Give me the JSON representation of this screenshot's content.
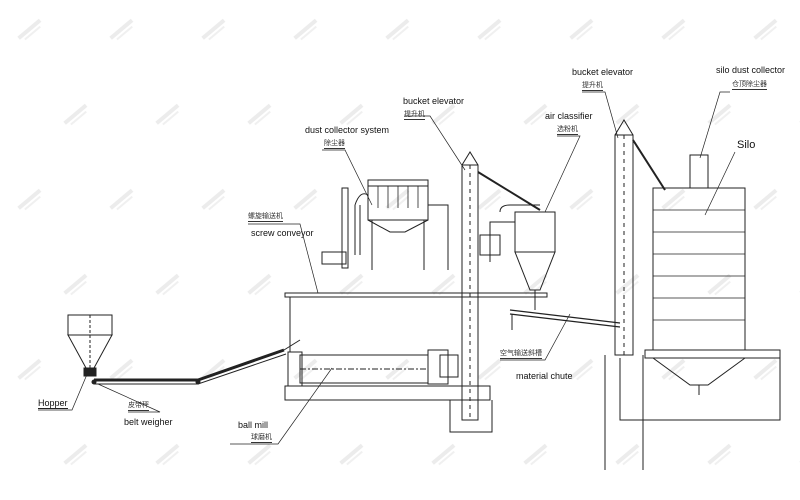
{
  "watermark": "BAICHY",
  "labels": {
    "hopper": "Hopper",
    "belt_weigher_cn": "皮带秤",
    "belt_weigher": "belt weigher",
    "ball_mill": "ball mill",
    "ball_mill_cn": "球磨机",
    "screw_conveyor_cn": "螺旋输送机",
    "screw_conveyor": "screw conveyor",
    "dust_collector": "dust collector system",
    "dust_collector_cn": "除尘器",
    "bucket_elevator_1": "bucket elevator",
    "bucket_elevator_1_cn": "提升机",
    "air_classifier": "air classifier",
    "air_classifier_cn": "选粉机",
    "material_chute_cn": "空气输送斜槽",
    "material_chute": "material chute",
    "bucket_elevator_2": "bucket elevator",
    "bucket_elevator_2_cn": "提升机",
    "silo_dust_collector": "silo dust collector",
    "silo_dust_collector_cn": "仓顶除尘器",
    "silo": "Silo"
  }
}
